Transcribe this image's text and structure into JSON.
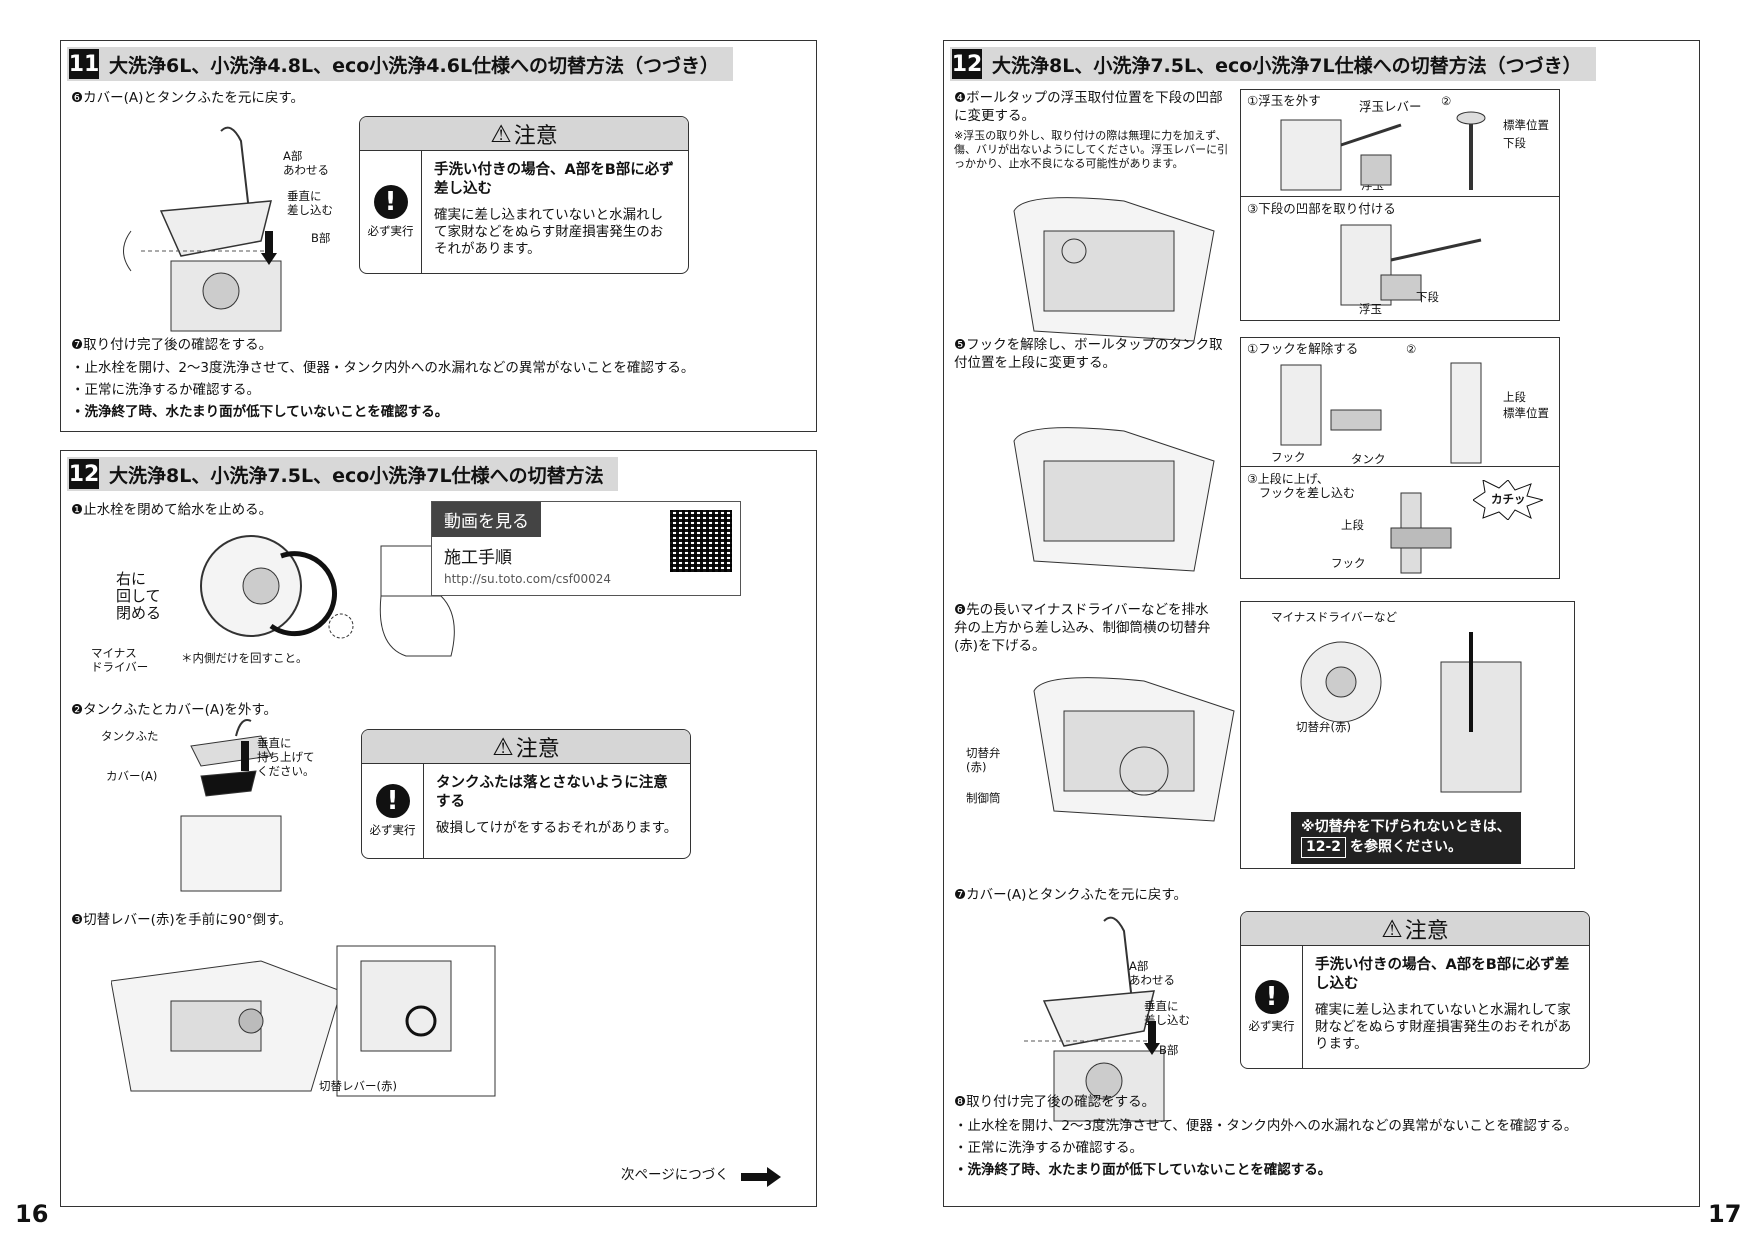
{
  "left": {
    "page_number": "16",
    "sec11": {
      "num": "11",
      "title": "大洗浄6L、小洗浄4.8L、eco小洗浄4.6L仕様への切替方法（つづき）",
      "step6": "❻カバー(A)とタンクふたを元に戻す。",
      "ill_labels": {
        "a": "A部\nあわせる",
        "insert": "垂直に\n差し込む",
        "b": "B部"
      },
      "caution": {
        "title": "注意",
        "icon_label": "必ず実行",
        "bold": "手洗い付きの場合、A部をB部に必ず差し込む",
        "text": "確実に差し込まれていないと水漏れして家財などをぬらす財産損害発生のおそれがあります。"
      },
      "step7": "❼取り付け完了後の確認をする。",
      "check1": "・止水栓を開け、2～3度洗浄させて、便器・タンク内外への水漏れなどの異常がないことを確認する。",
      "check2": "・正常に洗浄するか確認する。",
      "check3": "・洗浄終了時、水たまり面が低下していないことを確認する。"
    },
    "sec12": {
      "num": "12",
      "title": "大洗浄8L、小洗浄7.5L、eco小洗浄7L仕様への切替方法",
      "step1": "❶止水栓を閉めて給水を止める。",
      "video": {
        "header": "動画を見る",
        "title": "施工手順",
        "url": "http://su.toto.com/csf00024"
      },
      "ill1_labels": {
        "turn": "右に\n回して\n閉める",
        "driver": "マイナス\nドライバー",
        "note": "＊内側だけを回すこと。"
      },
      "step2": "❷タンクふたとカバー(A)を外す。",
      "ill2_labels": {
        "lid": "タンクふた",
        "cover": "カバー(A)",
        "lift": "垂直に\n持ち上げて\nください。"
      },
      "caution": {
        "title": "注意",
        "icon_label": "必ず実行",
        "bold": "タンクふたは落とさないように注意する",
        "text": "破損してけがをするおそれがあります。"
      },
      "step3": "❸切替レバー(赤)を手前に90°倒す。",
      "lever_label": "切替レバー(赤)",
      "continue": "次ページにつづく"
    }
  },
  "right": {
    "page_number": "17",
    "num": "12",
    "title": "大洗浄8L、小洗浄7.5L、eco小洗浄7L仕様への切替方法（つづき）",
    "step4": "❹ボールタップの浮玉取付位置を下段の凹部に変更する。",
    "step4_note": "※浮玉の取り外し、取り付けの際は無理に力を加えず、傷、バリが出ないようにしてください。浮玉レバーに引っかかり、止水不良になる可能性があります。",
    "ill4": {
      "p1": "①浮玉を外す",
      "lever": "浮玉レバー",
      "p2": "②",
      "std": "標準位置",
      "lower": "下段",
      "float": "浮玉",
      "p3": "③下段の凹部を取り付ける",
      "float2": "浮玉",
      "lower2": "下段"
    },
    "step5": "❺フックを解除し、ボールタップのタンク取付位置を上段に変更する。",
    "ill5": {
      "p1": "①フックを解除する",
      "p2": "②",
      "upper": "上段",
      "std": "標準位置",
      "hook": "フック",
      "tank": "タンク",
      "p3": "③上段に上げ、\n　フックを差し込む",
      "click": "カチッ",
      "upper2": "上段",
      "hook2": "フック"
    },
    "step6": "❻先の長いマイナスドライバーなどを排水弁の上方から差し込み、制御筒横の切替弁(赤)を下げる。",
    "ill6": {
      "valve": "切替弁\n(赤)",
      "cyl": "制御筒",
      "driver": "マイナスドライバーなど",
      "valve2": "切替弁(赤)",
      "note1": "※切替弁を下げられないときは、",
      "ref": "12-2",
      "note2": "を参照ください。"
    },
    "step7": "❼カバー(A)とタンクふたを元に戻す。",
    "ill7": {
      "a": "A部\nあわせる",
      "insert": "垂直に\n差し込む",
      "b": "B部"
    },
    "caution": {
      "title": "注意",
      "icon_label": "必ず実行",
      "bold": "手洗い付きの場合、A部をB部に必ず差し込む",
      "text": "確実に差し込まれていないと水漏れして家財などをぬらす財産損害発生のおそれがあります。"
    },
    "step8": "❽取り付け完了後の確認をする。",
    "check1": "・止水栓を開け、2～3度洗浄させて、便器・タンク内外への水漏れなどの異常がないことを確認する。",
    "check2": "・正常に洗浄するか確認する。",
    "check3": "・洗浄終了時、水たまり面が低下していないことを確認する。"
  }
}
